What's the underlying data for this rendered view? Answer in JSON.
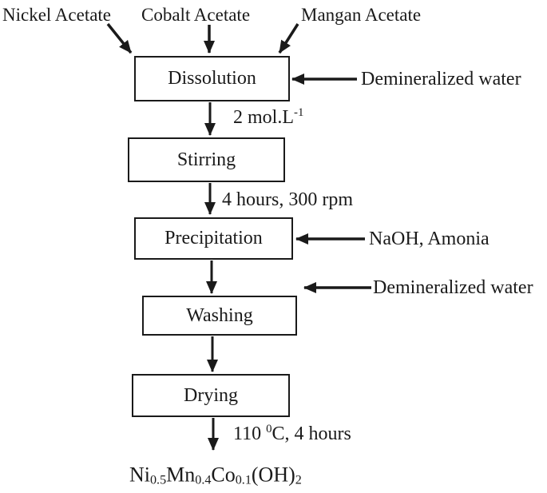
{
  "inputs": {
    "nickel": "Nickel Acetate",
    "cobalt": "Cobalt Acetate",
    "mangan": "Mangan Acetate"
  },
  "steps": {
    "dissolution": "Dissolution",
    "stirring": "Stirring",
    "precipitation": "Precipitation",
    "washing": "Washing",
    "drying": "Drying"
  },
  "side_inputs": {
    "demineralized_water_1": "Demineralized water",
    "naoh_amonia": "NaOH, Amonia",
    "demineralized_water_2": "Demineralized water"
  },
  "annotations": {
    "concentration": {
      "base": "2 mol.L",
      "sup": "-1"
    },
    "stirring_conditions": "4 hours, 300 rpm",
    "drying_conditions": {
      "pre": "110 ",
      "sup": "0",
      "post": "C, 4 hours"
    }
  },
  "product": {
    "p1": "Ni",
    "s1": "0.5",
    "p2": "Mn",
    "s2": "0.4",
    "p3": "Co",
    "s3": "0.1",
    "p4": "(OH)",
    "s4": "2"
  },
  "colors": {
    "ink": "#1a1a1a",
    "background": "#ffffff"
  }
}
